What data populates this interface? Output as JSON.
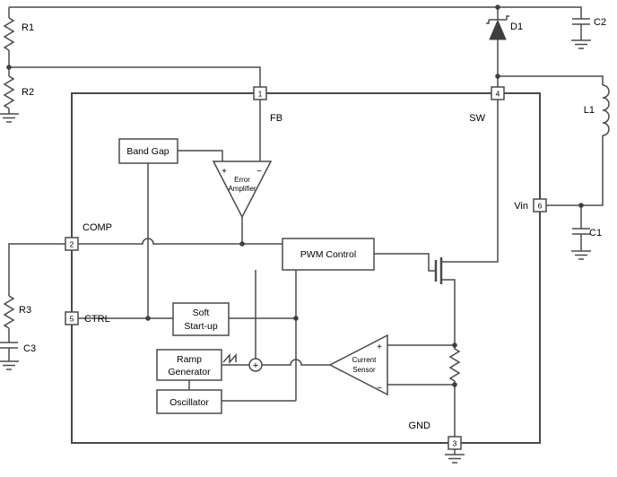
{
  "labels": {
    "r1": "R1",
    "r2": "R2",
    "r3": "R3",
    "c1": "C1",
    "c2": "C2",
    "c3": "C3",
    "d1": "D1",
    "l1": "L1"
  },
  "pins": {
    "fb": {
      "num": "1",
      "name": "FB"
    },
    "comp": {
      "num": "2",
      "name": "COMP"
    },
    "gnd": {
      "num": "3",
      "name": "GND"
    },
    "sw": {
      "num": "4",
      "name": "SW"
    },
    "ctrl": {
      "num": "5",
      "name": "CTRL"
    },
    "vin": {
      "num": "6",
      "name": "Vin"
    }
  },
  "blocks": {
    "band_gap": "Band Gap",
    "error_amp": {
      "line1": "Error",
      "line2": "Amplifier"
    },
    "pwm_control": "PWM Control",
    "soft_start": {
      "line1": "Soft",
      "line2": "Start-up"
    },
    "ramp_generator": {
      "line1": "Ramp",
      "line2": "Generator"
    },
    "oscillator": "Oscillator",
    "current_sensor": {
      "line1": "Current",
      "line2": "Sensor"
    }
  },
  "symbols": {
    "plus": "+",
    "minus": "−"
  },
  "colors": {
    "wire": "#4a4a4a",
    "text": "#000000",
    "background": "#ffffff",
    "diode_fill": "#3f3f3f"
  }
}
